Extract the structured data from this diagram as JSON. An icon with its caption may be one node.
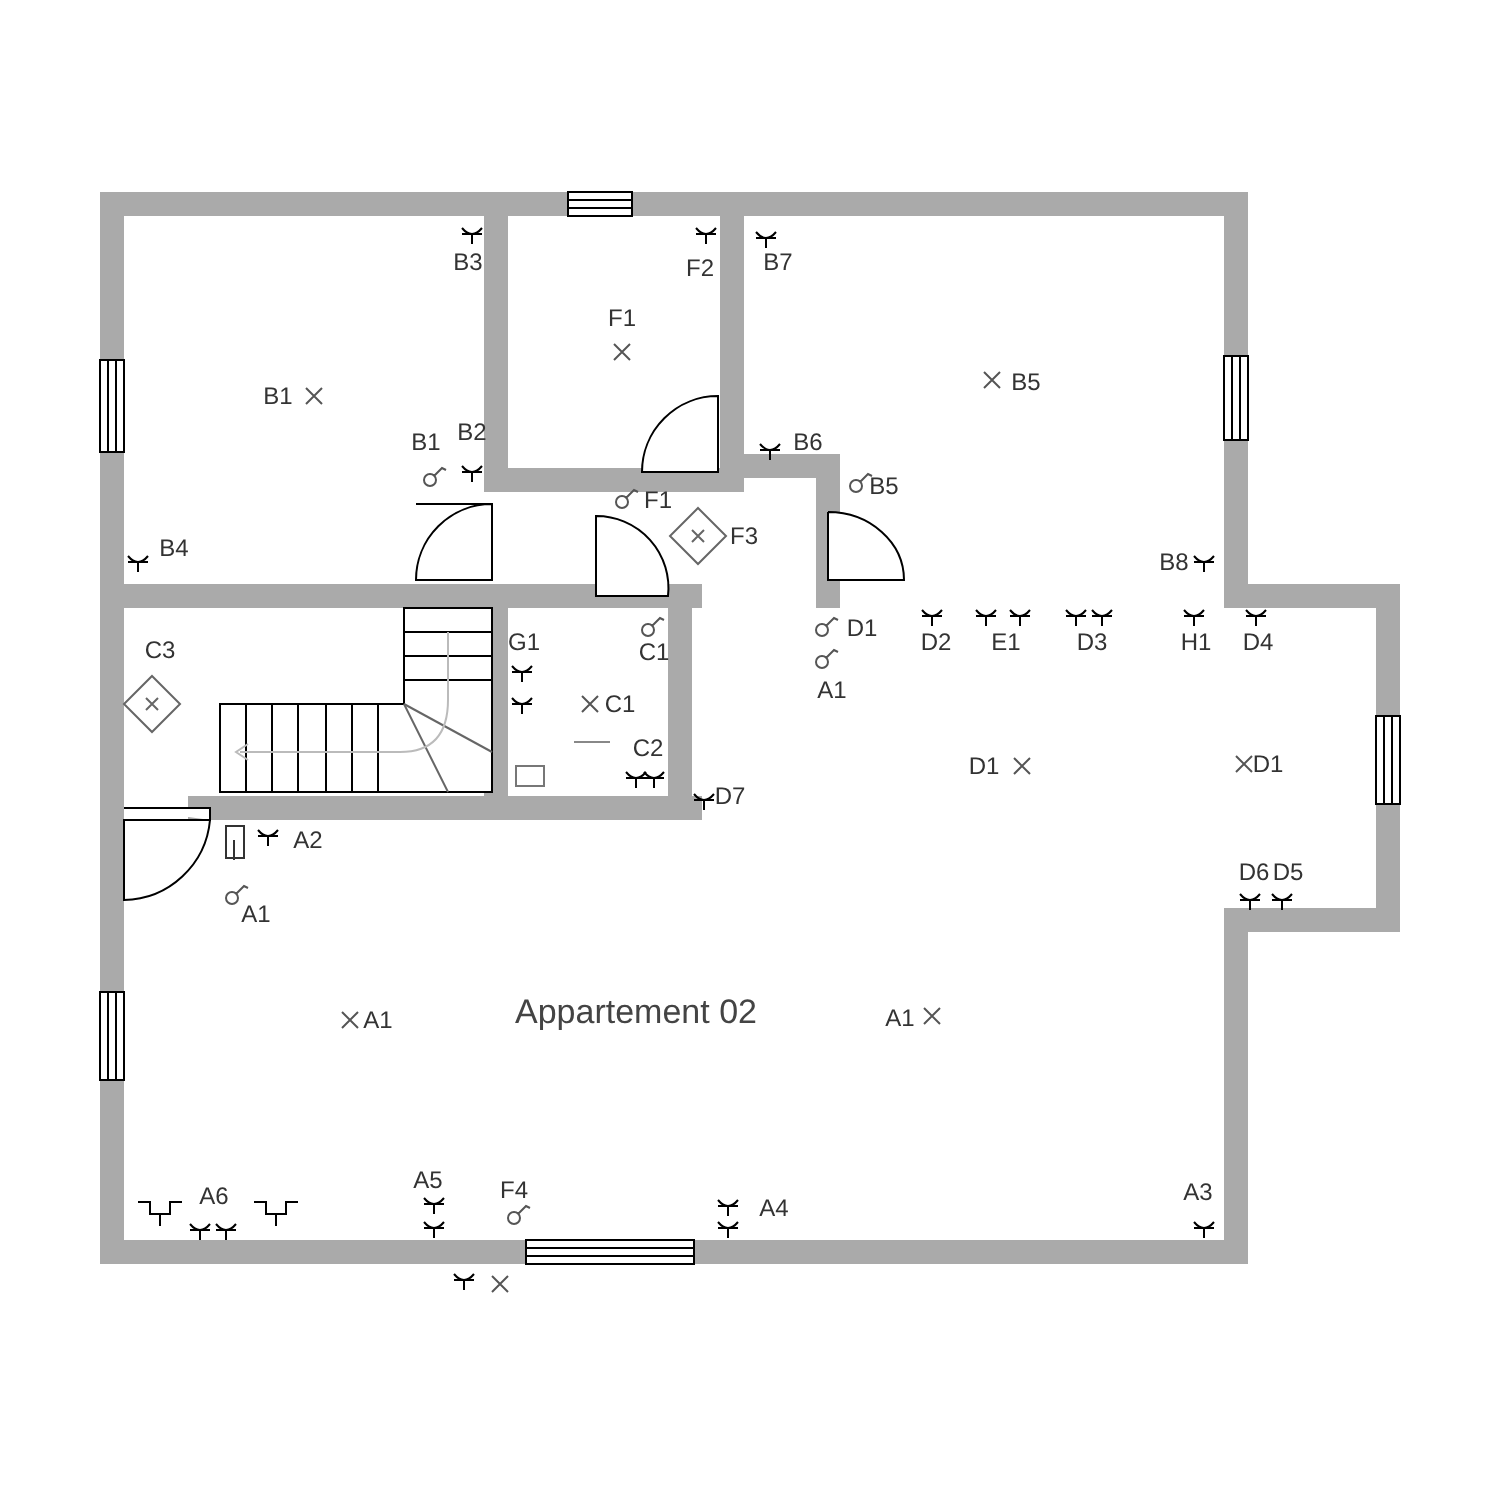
{
  "diagram": {
    "labels": [
      "B3",
      "F2",
      "B7",
      "F1",
      "B1",
      "B5",
      "B1",
      "B2",
      "B6",
      "B5",
      "F1",
      "F3",
      "B4",
      "B8",
      "G1",
      "D1",
      "D2",
      "E1",
      "D3",
      "H1",
      "D4",
      "C3",
      "C1",
      "A1",
      "C1",
      "C2",
      "D7",
      "D1",
      "D1",
      "A2",
      "D6",
      "D5",
      "A1",
      "A1",
      "Appartement 02",
      "A1",
      "A6",
      "A5",
      "F4",
      "A4",
      "A3"
    ]
  }
}
